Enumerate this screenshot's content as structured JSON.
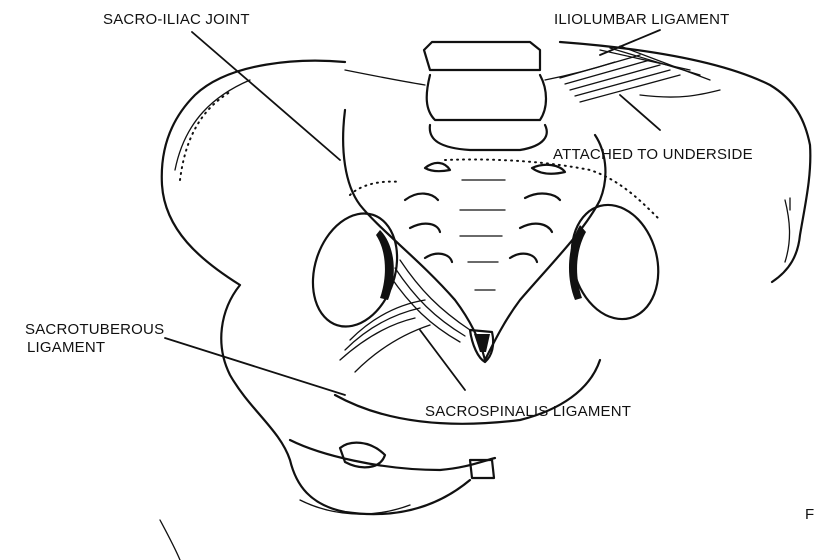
{
  "labels": {
    "sacroiliac_joint": "SACRO-ILIAC JOINT",
    "iliolumbar_ligament": "ILIOLUMBAR LIGAMENT",
    "attached_to_underside": "ATTACHED TO UNDERSIDE",
    "sacrotuberous_line1": "SACROTUBEROUS",
    "sacrotuberous_line2": "LIGAMENT",
    "sacrospinalis_ligament": "SACROSPINALIS LIGAMENT",
    "corner_letter": "F"
  },
  "colors": {
    "ink": "#111111",
    "paper": "#ffffff"
  }
}
